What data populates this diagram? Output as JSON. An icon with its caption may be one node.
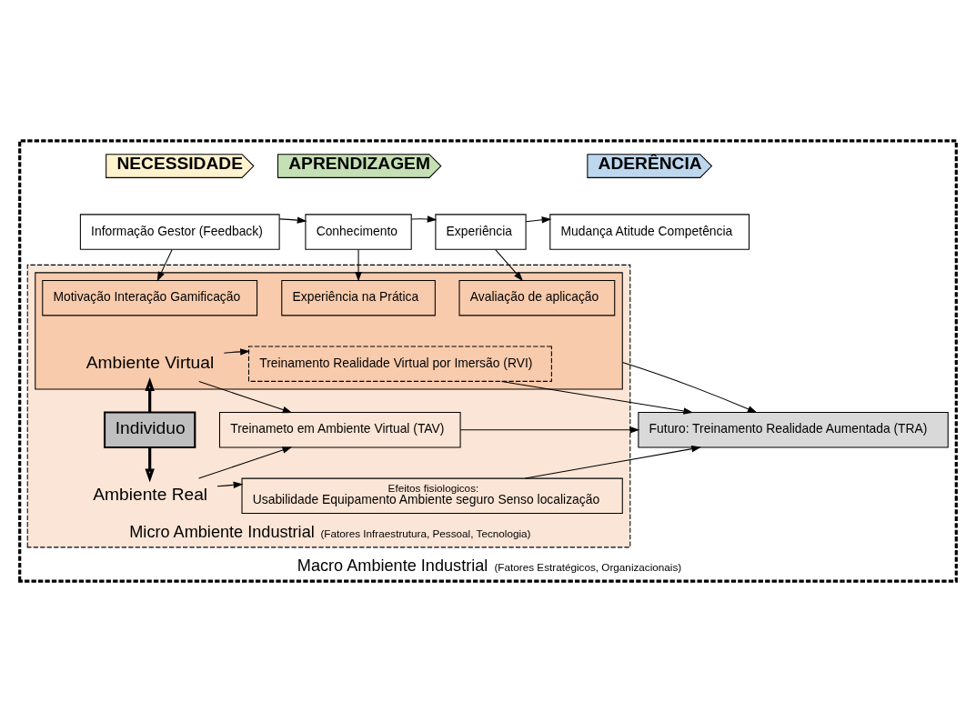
{
  "diagram": {
    "nodes": [
      {
        "text": [
          "Macro Ambiente Industrial",
          "(Fatores Estratégicos, Organizacionais)"
        ]
      },
      {
        "text": [
          "NECESSIDADE"
        ],
        "in": 0
      },
      {
        "text": [
          "APRENDIZAGEM"
        ],
        "in": 0
      },
      {
        "text": [
          "ADERÊNCIA"
        ],
        "in": 0
      },
      {
        "text": [
          "Informação Gestor (Feedback)"
        ],
        "in": 0
      },
      {
        "text": [
          "Conhecimento"
        ],
        "in": 0
      },
      {
        "text": [
          "Experiência"
        ],
        "in": 0
      },
      {
        "text": [
          "Mudança Atitude Competência"
        ],
        "in": 0
      },
      {
        "text": [
          "Micro Ambiente Industrial",
          "(Fatores Infraestrutura, Pessoal, Tecnologia)"
        ],
        "in": 0
      },
      {
        "text": [],
        "shape": "box",
        "in": 8
      },
      {
        "text": [
          "Motivação Interação Gamificação"
        ],
        "in": 9
      },
      {
        "text": [
          "Experiência na Prática"
        ],
        "in": 9
      },
      {
        "text": [
          "Avaliação de aplicação"
        ],
        "in": 9
      },
      {
        "text": [
          "Treinamento Realidade Virtual por Imersão (RVI)"
        ],
        "in": 9
      },
      {
        "text": [
          "Ambiente Virtual"
        ],
        "in": 9
      },
      {
        "text": [
          "Individuo"
        ],
        "in": 8
      },
      {
        "text": [
          "Treinameto em Ambiente Virtual (TAV)"
        ],
        "in": 8
      },
      {
        "text": [
          "Ambiente Real"
        ],
        "in": 8
      },
      {
        "text": [
          "Efeitos fisiologicos:",
          "Usabilidade Equipamento Ambiente seguro Senso localização"
        ],
        "in": 8
      },
      {
        "text": [
          "Futuro: Treinamento Realidade Aumentada (TRA)"
        ],
        "in": 0
      }
    ],
    "edges": [
      {
        "from": 4,
        "to": 5,
        "arrow": "to"
      },
      {
        "from": 5,
        "to": 6,
        "arrow": "to"
      },
      {
        "from": 6,
        "to": 7,
        "arrow": "to"
      },
      {
        "from": 4,
        "to": 10,
        "arrow": "to"
      },
      {
        "from": 5,
        "to": 11,
        "arrow": "to"
      },
      {
        "from": 6,
        "to": 12,
        "arrow": "to"
      },
      {
        "from": 15,
        "to": 14,
        "arrow": "to",
        "style": "thick"
      },
      {
        "from": 15,
        "to": 17,
        "arrow": "to",
        "style": "thick"
      },
      {
        "from": 14,
        "to": 13,
        "arrow": "to"
      },
      {
        "from": 14,
        "to": 16,
        "arrow": "to"
      },
      {
        "from": 13,
        "to": 19,
        "arrow": "to"
      },
      {
        "from": 9,
        "to": 19,
        "arrow": "to"
      },
      {
        "from": 16,
        "to": 19,
        "arrow": "to"
      },
      {
        "from": 17,
        "to": 16,
        "arrow": "to"
      },
      {
        "from": 17,
        "to": 18,
        "arrow": "to"
      },
      {
        "from": 18,
        "to": 19,
        "arrow": "to"
      }
    ]
  }
}
